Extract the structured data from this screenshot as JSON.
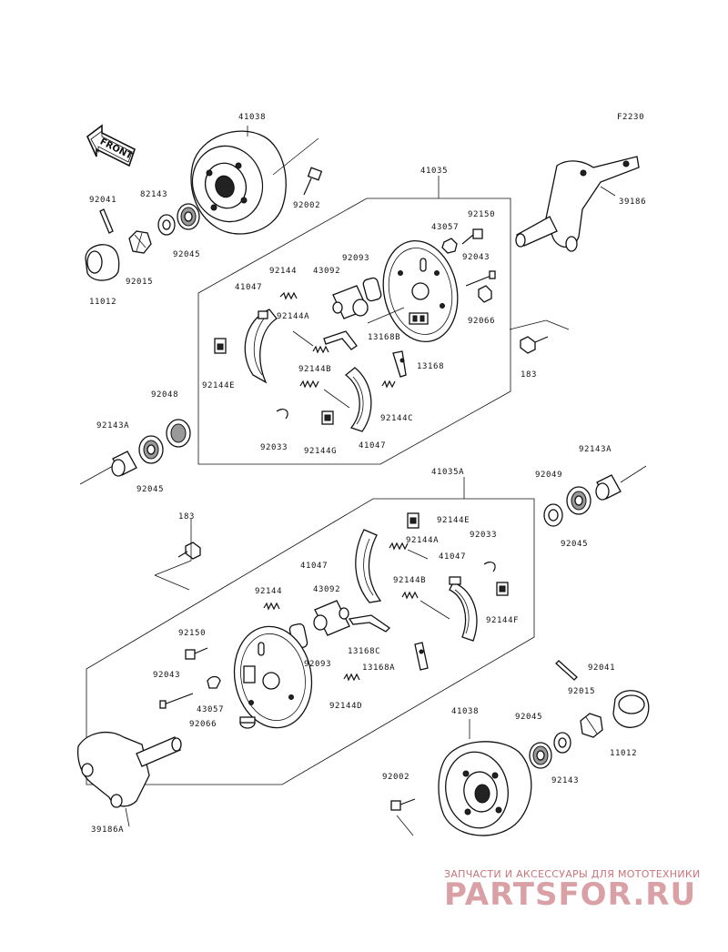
{
  "figure_code": "F2230",
  "front_label": "FRONT",
  "labels": {
    "l_41038_top": "41038",
    "l_41035": "41035",
    "l_92002_top": "92002",
    "l_39186": "39186",
    "l_92041_top": "92041",
    "l_82143_top": "82143",
    "l_92015_top": "92015",
    "l_92045_top": "92045",
    "l_11012_top": "11012",
    "l_92150_top": "92150",
    "l_43057_top": "43057",
    "l_92043_top": "92043",
    "l_92093_top": "92093",
    "l_43092_top": "43092",
    "l_92144_top": "92144",
    "l_41047_top_a": "41047",
    "l_92144A_top": "92144A",
    "l_92066_top": "92066",
    "l_13168B": "13168B",
    "l_183_top": "183",
    "l_92144E_top": "92144E",
    "l_92144B_top": "92144B",
    "l_13168_top": "13168",
    "l_92144C": "92144C",
    "l_92048": "92048",
    "l_92143A_left": "92143A",
    "l_92033_top": "92033",
    "l_92144G": "92144G",
    "l_41047_top_b": "41047",
    "l_92045_left": "92045",
    "l_41035A": "41035A",
    "l_92143A_right": "92143A",
    "l_92049": "92049",
    "l_92045_right": "92045",
    "l_183_bottom": "183",
    "l_92144E_bottom": "92144E",
    "l_92033_bottom": "92033",
    "l_92144A_bottom": "92144A",
    "l_41047_bottom_a": "41047",
    "l_41047_bottom_b": "41047",
    "l_92144B_bottom": "92144B",
    "l_92144_bottom": "92144",
    "l_43092_bottom": "43092",
    "l_92144F": "92144F",
    "l_92150_bottom": "92150",
    "l_13168C": "13168C",
    "l_92093_bottom": "92093",
    "l_13168A": "13168A",
    "l_92043_bottom": "92043",
    "l_92041_bottom": "92041",
    "l_43057_bottom": "43057",
    "l_92144D": "92144D",
    "l_92015_bottom": "92015",
    "l_92066_bottom": "92066",
    "l_41038_bottom": "41038",
    "l_92045_bottom": "92045",
    "l_11012_bottom": "11012",
    "l_92143_bottom": "92143",
    "l_92002_bottom": "92002",
    "l_39186A": "39186A"
  },
  "watermark": {
    "tagline": "ЗАПЧАСТИ И АКСЕССУАРЫ ДЛЯ МОТОТЕХНИКИ",
    "brand": "PARTSFOR.RU"
  }
}
